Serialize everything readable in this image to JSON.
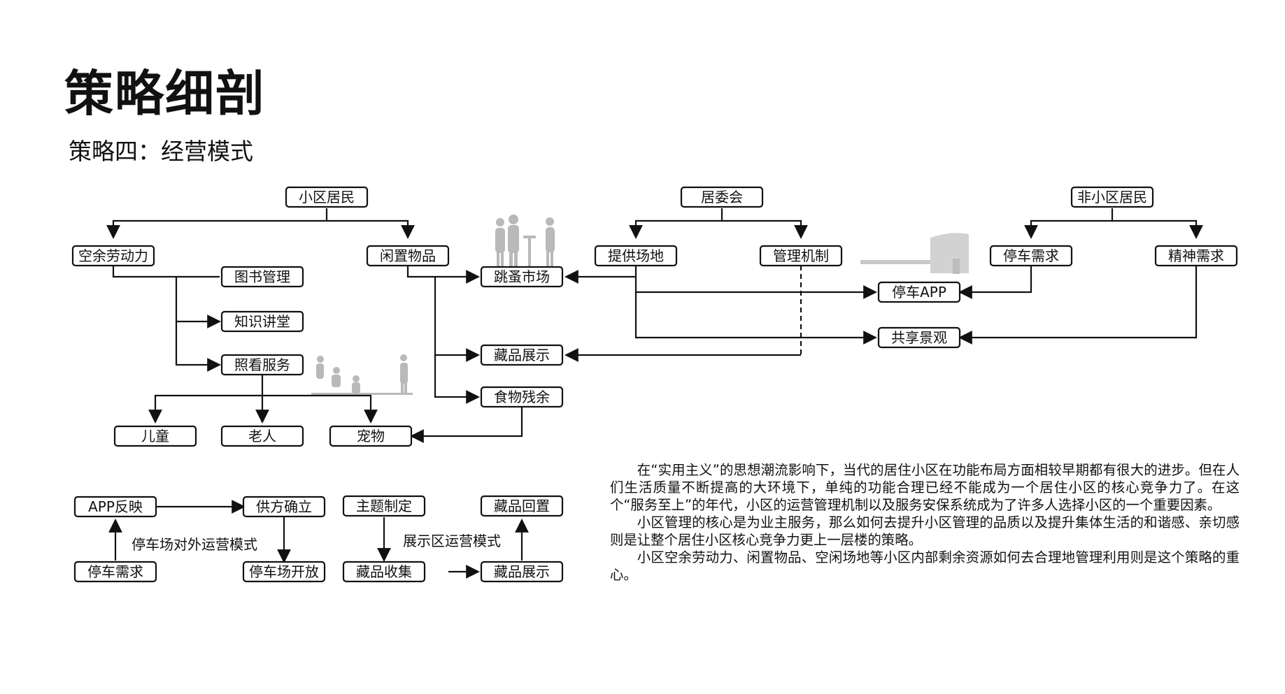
{
  "title": "策略细剖",
  "subtitle": "策略四：经营模式",
  "nodes": {
    "xqjm": "小区居民",
    "jwh": "居委会",
    "fxqjm": "非小区居民",
    "kyldl": "空余劳动力",
    "xzwp": "闲置物品",
    "tgcd": "提供场地",
    "gljz": "管理机制",
    "tcxq": "停车需求",
    "jsxq": "精神需求",
    "tsgl": "图书管理",
    "tzsc": "跳蚤市场",
    "tcapp": "停车APP",
    "zsjt": "知识讲堂",
    "gxjg": "共享景观",
    "zkfw": "照看服务",
    "cpzs": "藏品展示",
    "swcy": "食物残余",
    "et": "儿童",
    "lr": "老人",
    "cw": "宠物",
    "b_app": "APP反映",
    "b_gf": "供方确立",
    "b_tcxq": "停车需求",
    "b_tckf": "停车场开放",
    "b_ztzd": "主题制定",
    "b_cphz": "藏品回置",
    "b_cpsj": "藏品收集",
    "b_cpzs": "藏品展示"
  },
  "labels": {
    "parking_mode": "停车场对外运营模式",
    "exhibit_mode": "展示区运营模式"
  },
  "paragraphs": [
    "在“实用主义”的思想潮流影响下，当代的居住小区在功能布局方面相较早期都有很大的进步。但在人们生活质量不断提高的大环境下，单纯的功能合理已经不能成为一个居住小区的核心竞争力了。在这个“服务至上”的年代，小区的运营管理机制以及服务安保系统成为了许多人选择小区的一个重要因素。",
    "小区管理的核心是为业主服务，那么如何去提升小区管理的品质以及提升集体生活的和谐感、亲切感则是让整个居住小区核心竞争力更上一层楼的策略。",
    "小区空余劳动力、闲置物品、空闲场地等小区内部剩余资源如何去合理地管理利用则是这个策略的重心。"
  ]
}
